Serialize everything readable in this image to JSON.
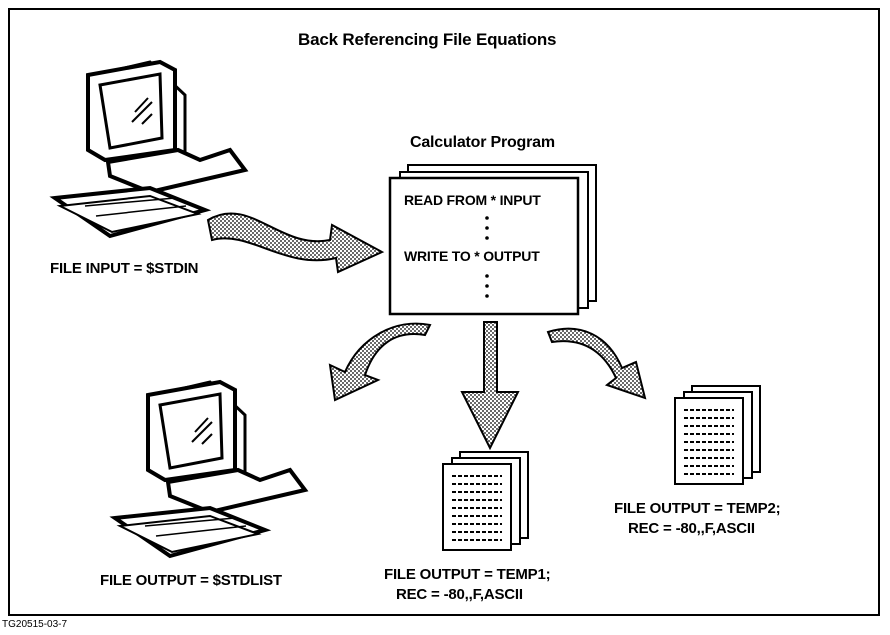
{
  "diagram": {
    "title": "Back Referencing File Equations",
    "program": {
      "title": "Calculator Program",
      "line1": "READ FROM * INPUT",
      "line2": "WRITE TO * OUTPUT"
    },
    "input_label": "FILE INPUT = $STDIN",
    "stdlist_label": "FILE OUTPUT = $STDLIST",
    "temp1_label_line1": "FILE OUTPUT = TEMP1;",
    "temp1_label_line2": "REC = -80,,F,ASCII",
    "temp2_label_line1": "FILE OUTPUT = TEMP2;",
    "temp2_label_line2": "REC = -80,,F,ASCII",
    "figure_id": "TG20515-03-7"
  }
}
